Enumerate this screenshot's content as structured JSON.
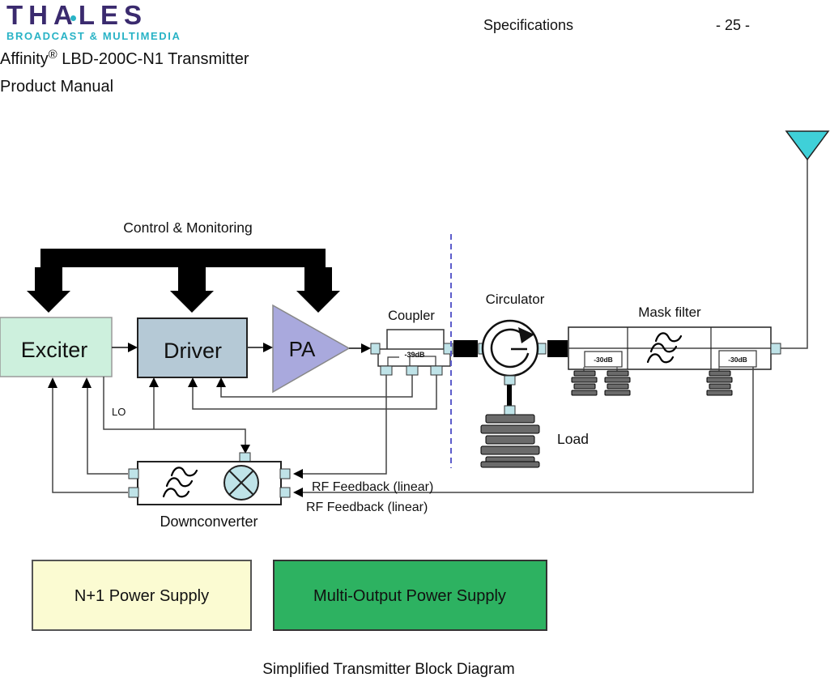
{
  "header": {
    "brand": "THALES",
    "tagline": "BROADCAST & MULTIMEDIA",
    "section_label": "Specifications",
    "page_number": "- 25 -",
    "product_name": "Affinity",
    "registered_mark": "®",
    "product_rest": " LBD-200C-N1 Transmitter",
    "subtitle": "Product Manual"
  },
  "diagram": {
    "control_monitoring_label": "Control & Monitoring",
    "exciter_label": "Exciter",
    "driver_label": "Driver",
    "pa_label": "PA",
    "coupler_label": "Coupler",
    "coupler_attenuation": "-39dB",
    "circulator_label": "Circulator",
    "mask_filter_label": "Mask filter",
    "mask_filter_tap_left": "-30dB",
    "mask_filter_tap_right": "-30dB",
    "load_label": "Load",
    "lo_label": "LO",
    "downconverter_label": "Downconverter",
    "rf_feedback_top": "RF Feedback (linear)",
    "rf_feedback_bottom": "RF Feedback (linear)",
    "power_supplies": [
      {
        "label": "N+1 Power Supply",
        "fill": "#fbfbd2"
      },
      {
        "label": "Multi-Output Power Supply",
        "fill": "#2db261"
      }
    ],
    "caption": "Simplified Transmitter Block Diagram",
    "icons": {
      "antenna": "antenna-icon",
      "circulator": "circulator-rotation-icon",
      "mixer": "mixer-icon",
      "filter": "filter-wave-icon",
      "load": "dummy-load-icon",
      "control_arrows": "control-bus-arrow-icon"
    },
    "colors": {
      "exciter_fill": "#cdf0dd",
      "driver_fill": "#b5c9d6",
      "pa_fill": "#a9a9dd",
      "port_fill": "#bfe3e8",
      "antenna_fill": "#3fd0d8",
      "load_fill": "#6b6b6b",
      "dashed_divider": "#5d5dcb",
      "logo_purple": "#3a2a6e",
      "logo_cyan": "#29b3c6",
      "wire": "#444444"
    }
  }
}
